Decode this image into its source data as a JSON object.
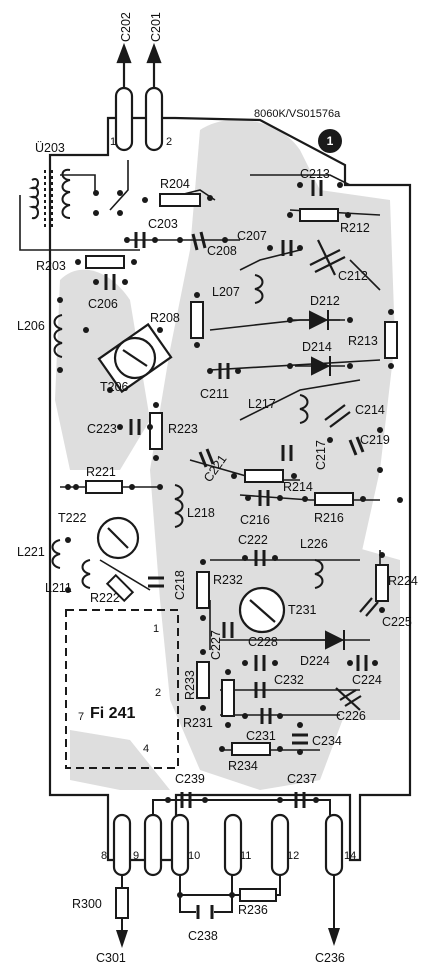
{
  "diagram": {
    "ref_code": "8060K/VS01576a",
    "marker_number": "1",
    "module_label": "Fi 241",
    "module_pins": [
      "1",
      "2",
      "4",
      "7"
    ],
    "top_connectors": [
      {
        "label": "C202",
        "pin": "1"
      },
      {
        "label": "C201",
        "pin": "2"
      }
    ],
    "bottom_connectors": [
      {
        "label": "C301",
        "pin": "8"
      },
      {
        "label": "C236",
        "pin": "14"
      }
    ],
    "bottom_pins": [
      "9",
      "10",
      "11",
      "12"
    ],
    "components": [
      "Ü203",
      "R204",
      "C213",
      "C203",
      "R212",
      "C207",
      "C208",
      "R203",
      "C212",
      "C206",
      "L207",
      "L206",
      "R208",
      "D212",
      "D214",
      "R213",
      "T206",
      "C211",
      "L217",
      "C214",
      "C223",
      "R223",
      "C217",
      "C219",
      "C221",
      "R221",
      "R214",
      "T222",
      "L218",
      "C216",
      "R216",
      "L221",
      "L211",
      "R222",
      "C218",
      "C222",
      "L226",
      "R224",
      "R232",
      "T231",
      "C225",
      "C227",
      "C228",
      "D224",
      "R233",
      "C232",
      "C224",
      "C226",
      "R231",
      "C231",
      "C234",
      "R234",
      "C239",
      "C237",
      "R300",
      "C238",
      "R236"
    ],
    "colors": {
      "ink": "#1a1a1a",
      "copper": "#dedede",
      "paper": "#ffffff"
    }
  }
}
